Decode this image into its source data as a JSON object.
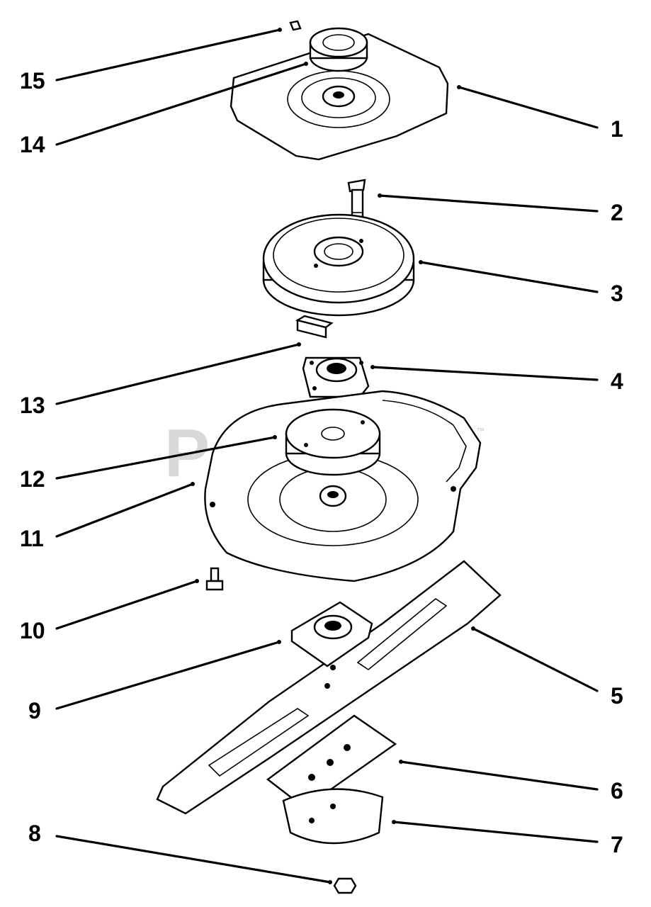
{
  "watermark": {
    "text": "PartsTree",
    "mark": "™"
  },
  "callouts": [
    "1",
    "2",
    "3",
    "4",
    "5",
    "6",
    "7",
    "8",
    "9",
    "10",
    "11",
    "12",
    "13",
    "14",
    "15"
  ]
}
